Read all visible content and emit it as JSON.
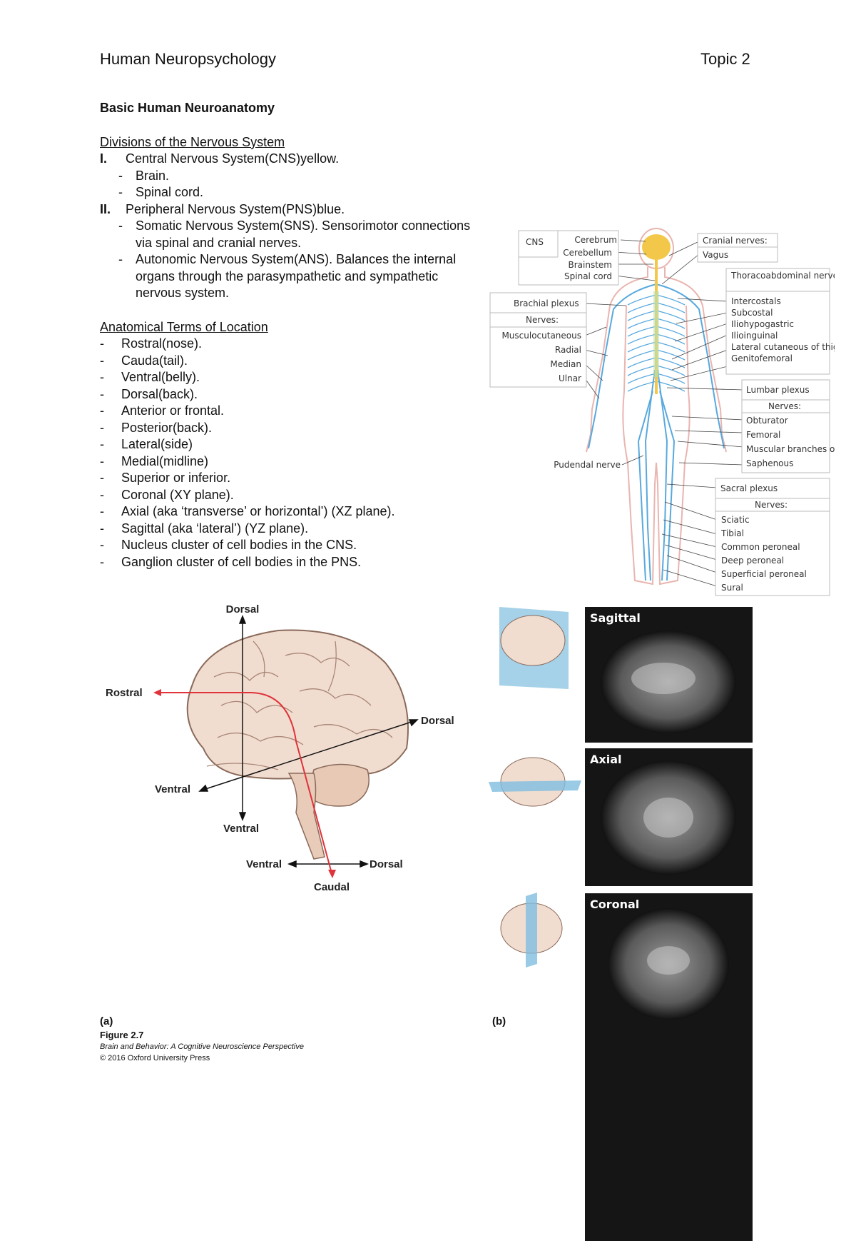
{
  "header": {
    "left": "Human Neuropsychology",
    "right": "Topic 2"
  },
  "doc": {
    "title": "Basic Human Neuroanatomy",
    "section1": {
      "heading": "Divisions of the Nervous System",
      "items": [
        {
          "num": "I.",
          "text": "Central Nervous System(CNS)yellow.",
          "subs": [
            "Brain.",
            "Spinal cord."
          ]
        },
        {
          "num": "II.",
          "text": "Peripheral Nervous System(PNS)blue.",
          "subs": [
            "Somatic Nervous System(SNS). Sensorimotor connections via spinal and cranial nerves.",
            "Autonomic Nervous System(ANS). Balances the internal organs through the parasympathetic and sympathetic nervous system."
          ]
        }
      ]
    },
    "section2": {
      "heading": "Anatomical Terms of Location",
      "items": [
        "Rostral(nose).",
        "Cauda(tail).",
        "Ventral(belly).",
        "Dorsal(back).",
        "Anterior or frontal.",
        "Posterior(back).",
        "Lateral(side)",
        "Medial(midline)",
        "Superior or inferior.",
        "Coronal  (XY plane).",
        "Axial (aka ‘transverse’ or horizontal’) (XZ plane).",
        "Sagittal (aka ‘lateral’)  (YZ plane).",
        "Nucleus cluster of cell bodies in the CNS.",
        "Ganglion cluster of cell bodies in the PNS."
      ]
    }
  },
  "nervous_figure": {
    "cns_box": {
      "title": "CNS",
      "items": [
        "Cerebrum",
        "Cerebellum",
        "Brainstem",
        "Spinal cord"
      ]
    },
    "cranial_box": {
      "title": "Cranial nerves:",
      "items": [
        "Vagus"
      ]
    },
    "thoraco_box": {
      "title": "Thoracoabdominal nerves:",
      "items": [
        "Intercostals",
        "Subcostal",
        "Iliohypogastric",
        "Ilioinguinal",
        "Lateral cutaneous of thigh",
        "Genitofemoral"
      ]
    },
    "brachial_box": {
      "title": "Brachial plexus",
      "sub": "Nerves:",
      "items": [
        "Musculocutaneous",
        "Radial",
        "Median",
        "Ulnar"
      ]
    },
    "lumbar_box": {
      "title": "Lumbar plexus",
      "sub": "Nerves:",
      "items": [
        "Obturator",
        "Femoral",
        "Muscular branches of femoral",
        "Saphenous"
      ]
    },
    "pudendal": "Pudendal nerve",
    "sacral_box": {
      "title": "Sacral plexus",
      "sub": "Nerves:",
      "items": [
        "Sciatic",
        "Tibial",
        "Common peroneal",
        "Deep peroneal",
        "Superficial peroneal",
        "Sural"
      ]
    },
    "colors": {
      "cns": "#f3c84a",
      "pns": "#58a9de"
    }
  },
  "brain_figure": {
    "dorsal_top": "Dorsal",
    "rostral": "Rostral",
    "dorsal_right": "Dorsal",
    "ventral_left": "Ventral",
    "ventral_bottom": "Ventral",
    "ventral_low": "Ventral",
    "dorsal_low": "Dorsal",
    "caudal": "Caudal",
    "panel_a": "(a)",
    "panel_b": "(b)",
    "figure_no": "Figure 2.7",
    "book": "Brain and Behavior: A Cognitive Neuroscience Perspective",
    "copyright": "© 2016 Oxford University Press",
    "scans": [
      "Sagittal",
      "Axial",
      "Coronal"
    ]
  }
}
